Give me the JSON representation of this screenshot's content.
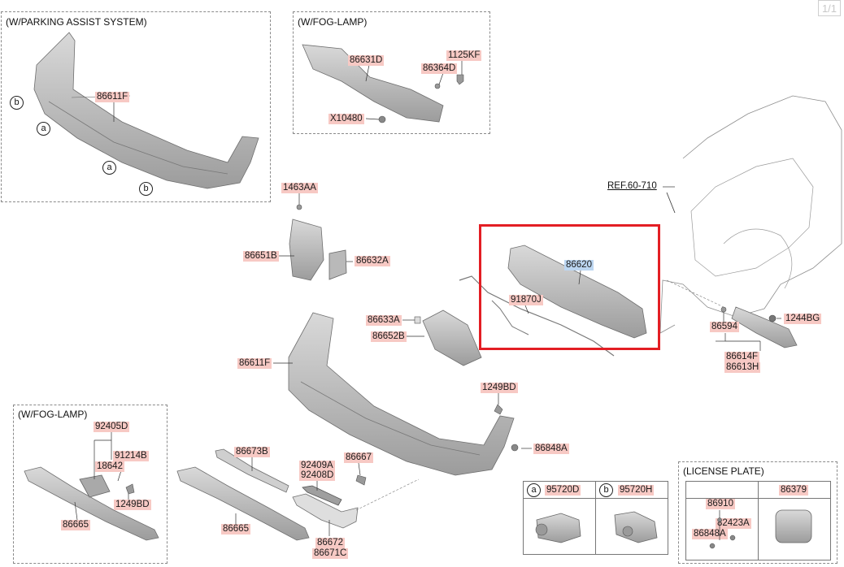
{
  "page_indicator": "1/1",
  "groups": {
    "parking": "(W/PARKING ASSIST SYSTEM)",
    "fog_top": "(W/FOG-LAMP)",
    "fog_bottom": "(W/FOG-LAMP)",
    "license": "(LICENSE PLATE)"
  },
  "reference": "REF.60-710",
  "selected_part": "86620",
  "parts": {
    "p86611F_a": "86611F",
    "p86631D": "86631D",
    "p1125KF": "1125KF",
    "p86364D": "86364D",
    "pX10480": "X10480",
    "p1463AA": "1463AA",
    "p86651B": "86651B",
    "p86632A": "86632A",
    "p86620": "86620",
    "p91870J": "91870J",
    "p86633A": "86633A",
    "p86652B": "86652B",
    "p86611F_b": "86611F",
    "p1249BD_a": "1249BD",
    "p86667": "86667",
    "p86848A_a": "86848A",
    "p1244BG": "1244BG",
    "p86594": "86594",
    "p86614F": "86614F",
    "p86613H": "86613H",
    "p92405D": "92405D",
    "p91214B": "91214B",
    "p18642": "18642",
    "p1249BD_b": "1249BD",
    "p86665_a": "86665",
    "p86673B": "86673B",
    "p92409A": "92409A",
    "p92408D": "92408D",
    "p86665_b": "86665",
    "p86672": "86672",
    "p86671C": "86671C"
  },
  "callouts": {
    "a": "a",
    "b": "b"
  },
  "sensor_table": {
    "a_mark": "a",
    "a_part": "95720D",
    "b_mark": "b",
    "b_part": "95720H"
  },
  "license_table": {
    "p86910": "86910",
    "p82423A": "82423A",
    "p86848A": "86848A",
    "p86379": "86379"
  },
  "colors": {
    "part_label_bg": "#f7c9c4",
    "selected_label_bg": "#bcd6f1",
    "highlight_border": "#e31e24",
    "part_fill": "#bdbdbd"
  }
}
